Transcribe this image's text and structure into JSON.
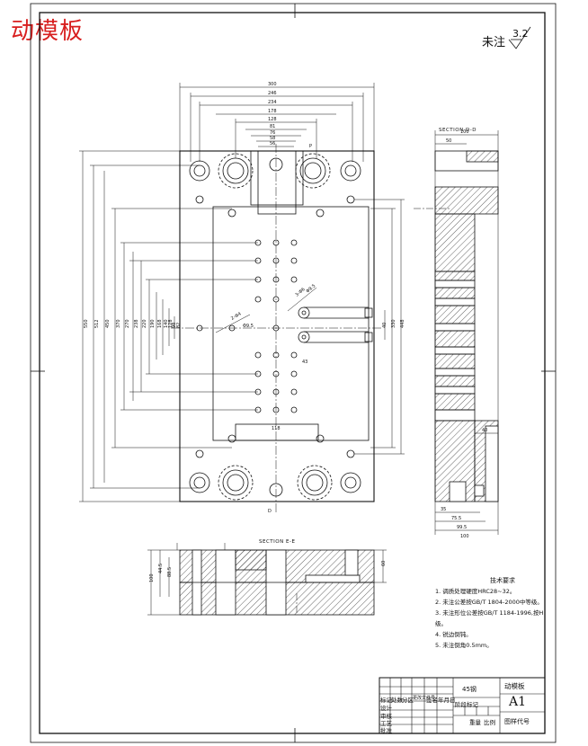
{
  "header": {
    "title": "动模板",
    "roughness_note": "未注",
    "roughness_value": "3.2"
  },
  "plan_view": {
    "top_dimensions": [
      "300",
      "246",
      "234",
      "178",
      "128",
      "81",
      "76",
      "58",
      "56"
    ],
    "left_dimensions": [
      "550",
      "512",
      "450",
      "370",
      "270",
      "238",
      "220",
      "190",
      "168",
      "140",
      "128",
      "98",
      "82"
    ],
    "right_dimensions": [
      "40",
      "330",
      "448"
    ],
    "annotations": [
      "2-Φ4",
      "Φ9.5",
      "3-Φ6",
      "Φ9.5",
      "43",
      "118",
      "P",
      "D"
    ]
  },
  "section_dd": {
    "label": "SECTION D-D",
    "dimensions": [
      "100",
      "50",
      "40",
      "75.5",
      "99.5",
      "100",
      "35"
    ]
  },
  "section_ee": {
    "label": "SECTION E-E",
    "dimensions": [
      "100",
      "44.5",
      "88.5",
      "60"
    ]
  },
  "notes": {
    "title": "技术要求",
    "items": [
      "1. 调质处理硬度HRC28~32。",
      "2. 未注公差按GB/T 1804-2000中等级。",
      "3. 未注形位公差按GB/T 1184-1996,按H级。",
      "4. 锐边倒钝。",
      "5. 未注倒角0.5mm。"
    ]
  },
  "title_block": {
    "part_name": "动模板",
    "material": "45钢",
    "sheet_size": "A1",
    "drawing_code": "图样代号",
    "rows": [
      "标记",
      "处数",
      "分区",
      "更改文件号",
      "签名",
      "年月日",
      "设计",
      "审核",
      "工艺",
      "批准"
    ],
    "labels": [
      "阶段标记",
      "重量",
      "比例"
    ]
  }
}
